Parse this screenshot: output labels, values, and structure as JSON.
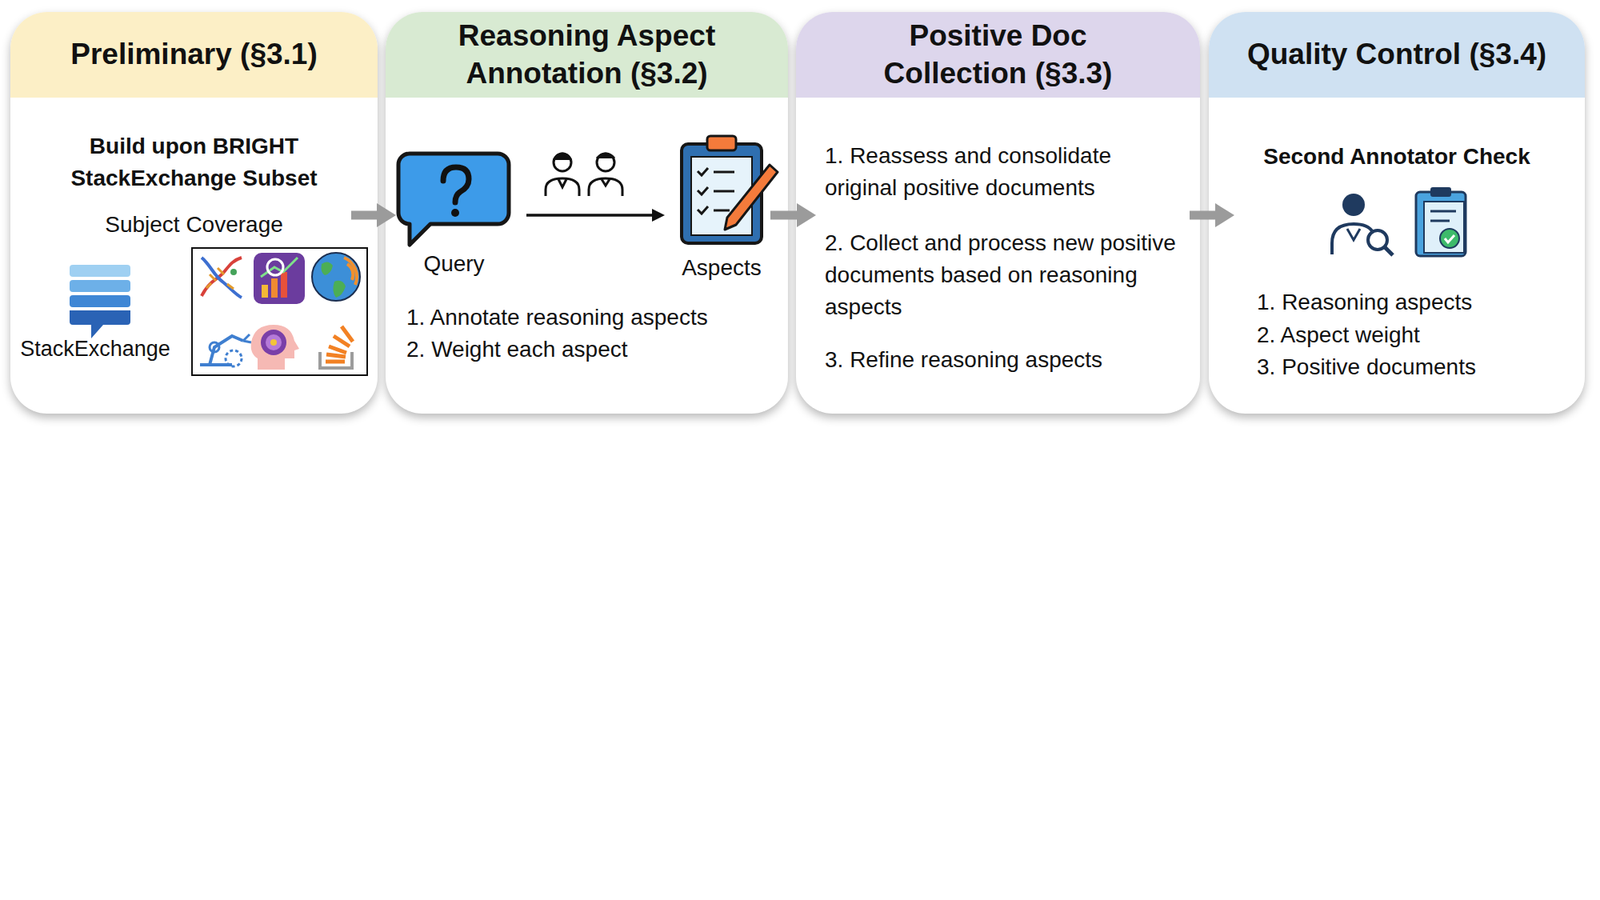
{
  "diagram": {
    "nodes": [
      {
        "text": [
          "Preliminary (§3.1)",
          "Build upon BRIGHT StackExchange Subset",
          "Subject Coverage",
          "StackExchange"
        ]
      },
      {
        "text": [
          "Reasoning Aspect Annotation (§3.2)",
          "1. Annotate reasoning aspects",
          "2. Weight each aspect"
        ]
      },
      {
        "text": [
          "Query"
        ],
        "in": 1
      },
      {
        "text": [
          "Aspects"
        ],
        "in": 1
      },
      {
        "text": [
          "Positive Doc Collection (§3.3)",
          "1. Reassess and consolidate original positive documents",
          "2. Collect and process new positive documents based on reasoning aspects",
          "3. Refine reasoning aspects"
        ]
      },
      {
        "text": [
          "Quality Control (§3.4)",
          "Second Annotator Check",
          "1. Reasoning aspects",
          "2. Aspect weight",
          "3. Positive documents"
        ]
      }
    ],
    "edges": [
      {
        "from": 0,
        "to": 1,
        "arrow": "to"
      },
      {
        "from": 2,
        "to": 3,
        "arrow": "to"
      },
      {
        "from": 1,
        "to": 4,
        "arrow": "to"
      },
      {
        "from": 4,
        "to": 5,
        "arrow": "to"
      }
    ]
  }
}
